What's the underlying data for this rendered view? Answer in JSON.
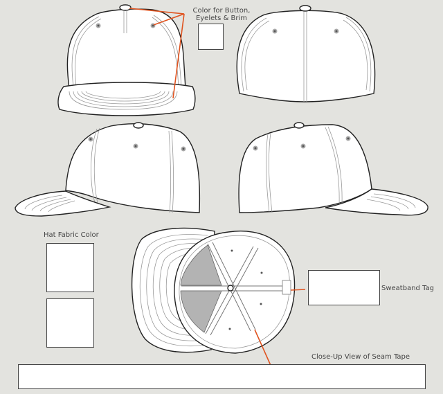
{
  "title": "Fitted Cap Tech Pack Template",
  "accent_color": "#e0531f",
  "background_color": "#e3e3df",
  "views": [
    {
      "name": "front-view"
    },
    {
      "name": "back-view"
    },
    {
      "name": "left-side-view"
    },
    {
      "name": "right-side-view"
    },
    {
      "name": "underside-view"
    }
  ],
  "labels": {
    "button_color": "Color for Button,",
    "button_color_line2": "Eyelets & Brim",
    "hat_fabric_color": "Hat Fabric Color",
    "sweatband_tag": "Sweatband Tag",
    "seam_tape": "Close-Up View of Seam Tape"
  },
  "swatches": [
    {
      "name": "button-eyelets-brim-swatch"
    },
    {
      "name": "hat-fabric-swatch-1"
    },
    {
      "name": "hat-fabric-swatch-2"
    },
    {
      "name": "sweatband-tag-box"
    },
    {
      "name": "seam-tape-box"
    }
  ]
}
